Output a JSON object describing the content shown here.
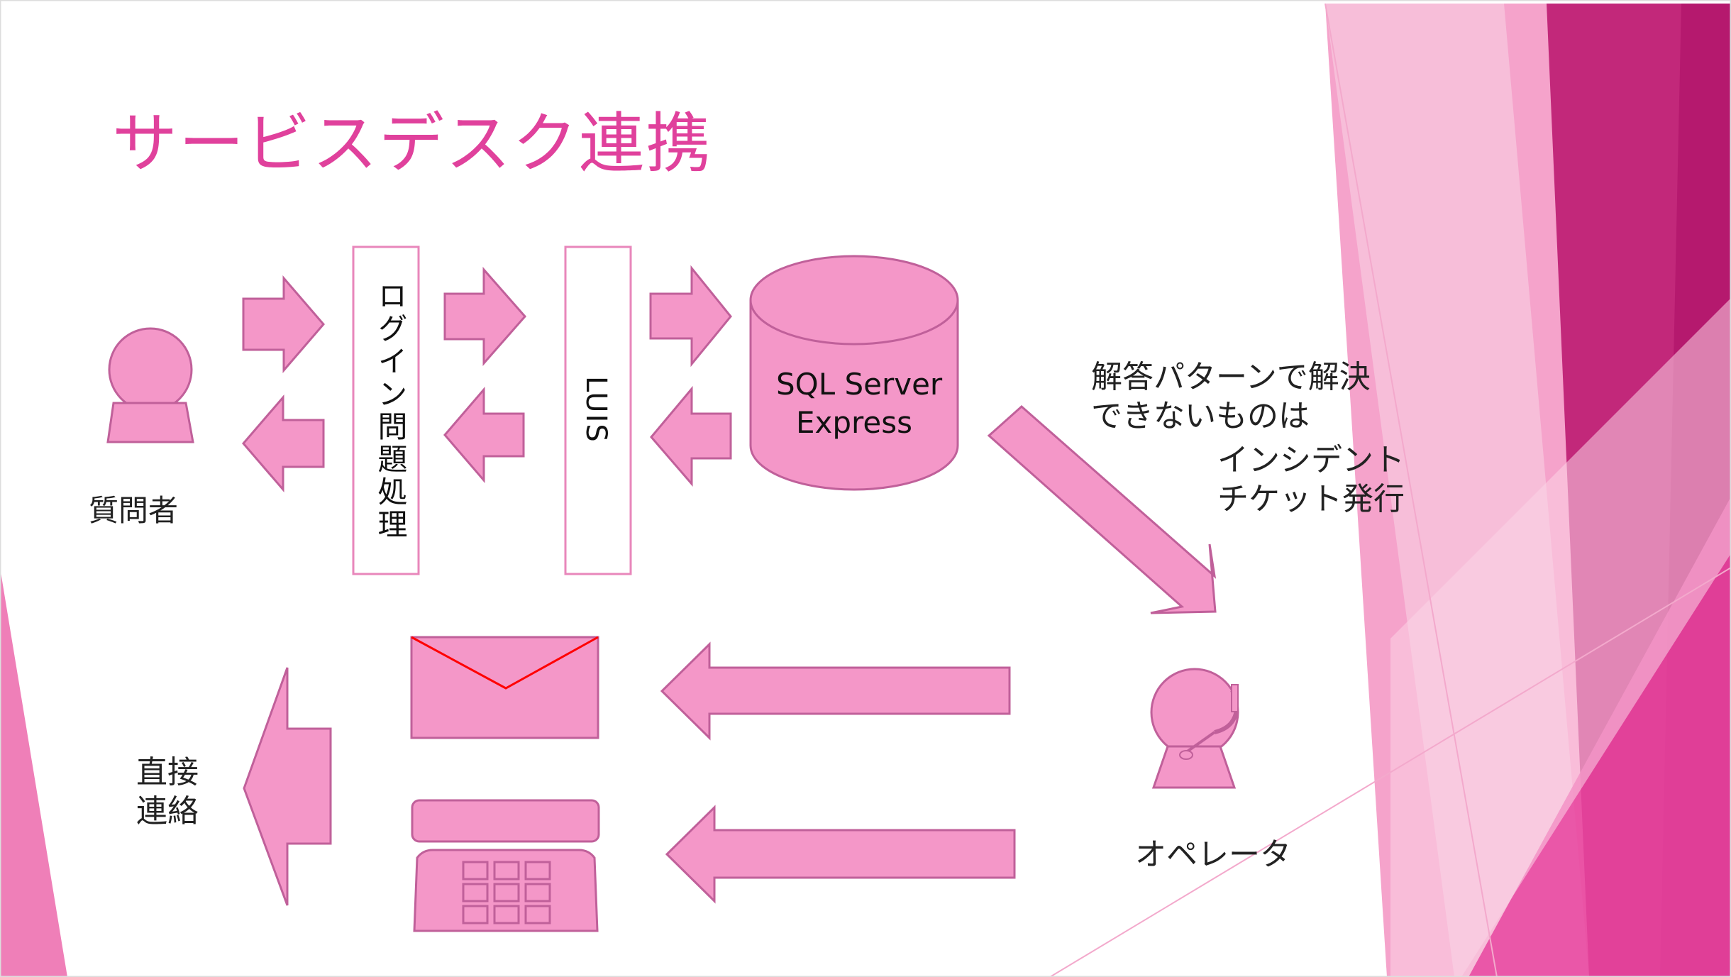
{
  "title": "サービスデスク連携",
  "nodes": {
    "questioner": "質問者",
    "login_processing": "ログイン問題処理",
    "luis": "LUIS",
    "sql_server_line1": "SQL Server",
    "sql_server_line2": "Express",
    "operator": "オペレータ",
    "direct_contact_line1": "直接",
    "direct_contact_line2": "連絡"
  },
  "annotations": {
    "unresolved_line1": "解答パターンで解決",
    "unresolved_line2": "できないものは",
    "incident_line1": "インシデント",
    "incident_line2": "チケット発行"
  },
  "icons": [
    "person-icon",
    "operator-headset-icon",
    "database-icon",
    "envelope-icon",
    "telephone-icon"
  ],
  "colors": {
    "title": "#e0419c",
    "shape_fill": "#f497c8",
    "shape_stroke": "#c0609a",
    "accent_dark": "#b5196e",
    "envelope_flap": "#ff0000"
  }
}
